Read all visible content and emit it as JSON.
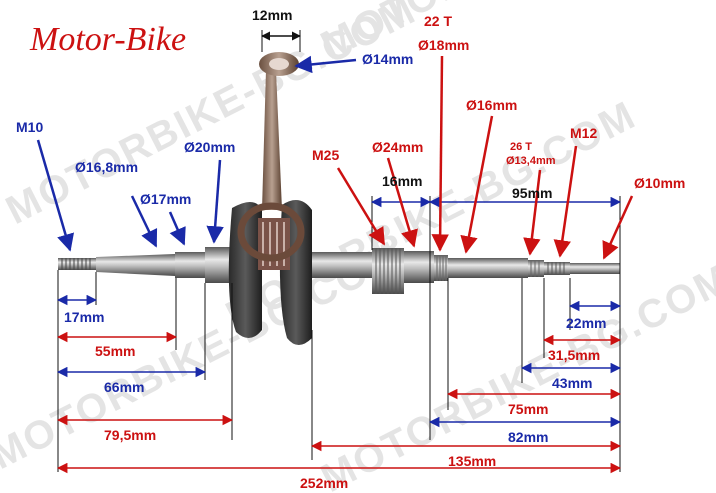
{
  "brand": "Motor-Bike",
  "watermarks": [
    "MOTORBIKE-BG.COM",
    "MOTORBIKE-BG.COM",
    "MOTORBIKE-BG.COM",
    "MOTORBIKE-BG.COM",
    "MOTORBIKE-BG.C"
  ],
  "colors": {
    "blue": "#1a2aa8",
    "red": "#cc1111",
    "black": "#111111",
    "brand": "#cc1111"
  },
  "callouts": {
    "top_12mm": "12mm",
    "pin_d14": "Ø14mm",
    "m10": "M10",
    "d16_8": "Ø16,8mm",
    "d17": "Ø17mm",
    "d20": "Ø20mm",
    "m25": "M25",
    "d24": "Ø24mm",
    "t22": "22 T",
    "d18": "Ø18mm",
    "d16": "Ø16mm",
    "t26": "26 T",
    "d13_4": "Ø13,4mm",
    "m12": "M12",
    "d10": "Ø10mm"
  },
  "dimensions": {
    "len_16": "16mm",
    "len_95": "95mm",
    "len_17": "17mm",
    "len_22": "22mm",
    "len_55": "55mm",
    "len_31_5": "31,5mm",
    "len_66": "66mm",
    "len_43": "43mm",
    "len_75": "75mm",
    "len_79_5": "79,5mm",
    "len_82": "82mm",
    "len_135": "135mm",
    "len_252": "252mm"
  }
}
